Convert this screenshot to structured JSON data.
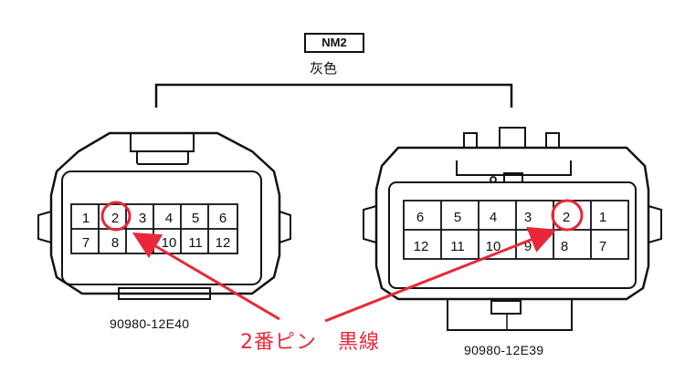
{
  "title_label": "NM2",
  "wire_color_text": "灰色",
  "left_connector": {
    "part_number": "90980-12E40",
    "row1": [
      "1",
      "2",
      "3",
      "4",
      "5",
      "6"
    ],
    "row2": [
      "7",
      "8",
      "",
      "10",
      "11",
      "12"
    ]
  },
  "right_connector": {
    "part_number": "90980-12E39",
    "row1": [
      "6",
      "5",
      "4",
      "3",
      "2",
      "1"
    ],
    "row2": [
      "12",
      "11",
      "10",
      "9",
      "8",
      "7"
    ]
  },
  "annotation": "2番ピン　黒線",
  "colors": {
    "line": "#111111",
    "highlight": "#e8283a"
  }
}
